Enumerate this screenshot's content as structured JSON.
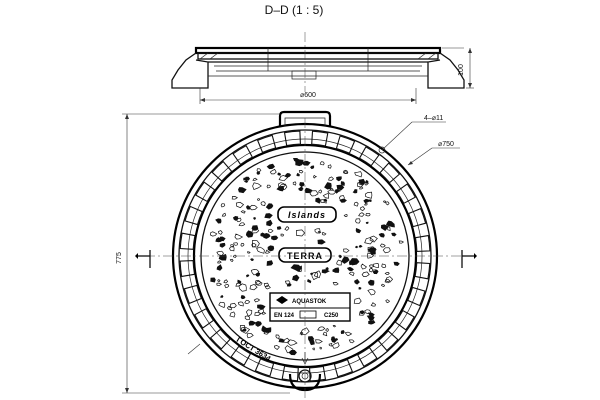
{
  "drawing": {
    "section_title": "D–D (1 : 5)",
    "dimensions": {
      "frame_height": "100",
      "inner_diameter": "⌀600",
      "bolt_holes": "4–⌀11",
      "outer_diameter": "⌀750",
      "overall_height": "775"
    },
    "lid_marks": {
      "brand": "Islands",
      "series": "TERRA",
      "maker": "AQUASTOK",
      "standard": "EN 124",
      "load_class": "C250",
      "gost": "ГОСТ 3634"
    }
  }
}
